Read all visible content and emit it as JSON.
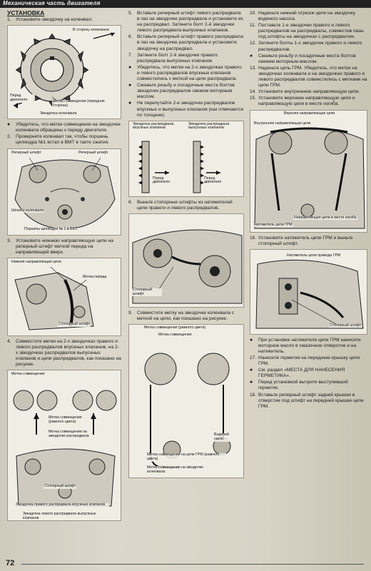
{
  "header": {
    "title": "Механическая часть двигателя"
  },
  "section_title": "УСТАНОВКА",
  "page_number": "72",
  "col1": {
    "step1": {
      "num": "1.",
      "text": "Установите звездочку на коленвал."
    },
    "fig1": {
      "toward_crank": "В сторону коленвала",
      "front": "Перед двигателя",
      "mark": "Метка совмещения (передняя сторона)",
      "sprocket": "Звездочка коленвала"
    },
    "bullet1": "Убедитесь, что метки совмещения на звездочке коленвала обращены к переду двигателя.",
    "step2": {
      "num": "2.",
      "text": "Проверните коленвал так, чтобы поршень цилиндра №1 встал в ВМТ в такте сжатия."
    },
    "fig2": {
      "pin_left": "Реперный штифт",
      "pin_right": "Реперный штифт",
      "key": "Шпонка коленвала",
      "piston": "Поршень цилиндра № 1 в ВМТ"
    },
    "step3": {
      "num": "3.",
      "text": "Установите нижнюю направляющую цепи на реперный штифт меткой переда на направляющей вверх."
    },
    "fig3": {
      "guide": "Нижняя направляющая цепи",
      "mark": "Метка переда",
      "pin": "Стопорный штифт"
    },
    "step4": {
      "num": "4.",
      "text": "Совместите метки на 2-х звездочках правого и левого распредвалов впускных клапанов, на 2-х звездочках распредвалов выпускных клапанов и цепи распредвалов, как показано на рисунке."
    },
    "fig4": {
      "mark": "Метка совмещения",
      "mark_light": "Метка совмещения (рамного цвета)",
      "mark_sprocket": "Метка совмещения на звездочке распредвала",
      "pin": "Стопорный штифт",
      "intake": "Звездочка правого распредвала впускных клапанов",
      "exhaust": "Звездочка левого распредвала выпускных клапанов"
    }
  },
  "col2": {
    "step5": {
      "num": "5.",
      "text": "Вставьте реперный штифт левого распредвала в паз на звездочке распредвала и установите их на распредвал. Затяните болт 2-й звездочки левого распредвала выпускных клапанов."
    },
    "step6": {
      "num": "6.",
      "text": "Вставьте реперный штифт правого распредвала в паз на звездочке распредвала и установите звездочку на распредвал."
    },
    "step7": {
      "num": "7.",
      "text": "Затяните болт 2-й звездочки правого распредвала выпускных клапанов."
    },
    "bullets": [
      "Убедитесь, что метки на 2-х звездочках правого и левого распредвалов впускных клапанов совместились с меткой на цепи распредвала.",
      "Смажьте резьбу и посадочные места болтов звездочек распредвалов свежим моторным маслом.",
      "Не перепутайте 2-е звездочки распредвалов впускных и выпускных клапанов (как отмечается по толщине)."
    ],
    "fig5": {
      "intake": "Звездочка распредвала впускных клапанов",
      "exhaust": "Звездочка распредвала выпускных клапанов",
      "front1": "Перед двигателя",
      "front2": "Перед двигателя"
    },
    "step8": {
      "num": "8.",
      "text": "Выньте стопорные штифты из натяжителей цепи правого и левого распредвалов."
    },
    "fig6": {
      "pin": "Стопорный штифт"
    },
    "step9": {
      "num": "9.",
      "text": "Совместите метку на звездочке коленвала с меткой на цепи, как показано на рисунке."
    },
    "fig7": {
      "mark_top": "Метка совмещения (рамного цвета)",
      "mark": "Метка совмещения",
      "pump": "Водяной насос",
      "mark_chain": "Метка совмещения на цепи ГРМ (рамного цвета)",
      "mark_crank": "Метка совмещения на звездочке коленвала"
    }
  },
  "col3": {
    "step10": {
      "num": "10.",
      "text": "Наденьте нижний отрезок цепи на звездочку водяного насоса."
    },
    "step11": {
      "num": "11.",
      "text": "Поставьте 1-е звездочки правого и левого распредвалов на распредвалы, совместив пазы под штифты на звездочках с распредвалом."
    },
    "step12": {
      "num": "12.",
      "text": "Затяните болты 1-х звездочек правого и левого распредвалов."
    },
    "bullet1": "Смажьте резьбу и посадочные места болтов свежим моторным маслом.",
    "step13": {
      "num": "13.",
      "text": "Наденьте цепь ГРМ. Убедитесь, что метки на звездочках коленвала и на звездочках правого и левого распредвалов совместились с метками на цепи ГРМ."
    },
    "step14": {
      "num": "14.",
      "text": "Установите внутреннюю направляющую цепи."
    },
    "step15": {
      "num": "15.",
      "text": "Установите верхнюю направляющую цепи и направляющую цепи в месте изгиба."
    },
    "fig8": {
      "upper": "Верхняя направляющая цепи",
      "inner": "Внутренняя направляющая цепи",
      "bend": "Направляющая цепи в месте изгиба",
      "tensioner": "Натяжитель цепи ГРМ"
    },
    "step16": {
      "num": "16.",
      "text": "Установите натяжитель цепи ГРМ и выньте стопорный штифт."
    },
    "fig9": {
      "tensioner": "Натяжитель цепи привода ГРМ",
      "pin": "Стопорный штифт"
    },
    "bullet2": "При установке натяжителя цепи ГРМ нанесите моторное масло в смазочное отверстие и на натяжитель.",
    "step17": {
      "num": "17.",
      "text": "Нанесите герметик на переднюю крышку цепи ГРМ."
    },
    "bullet3": "См. раздел «МЕСТА ДЛЯ НАНЕСЕНИЯ ГЕРМЕТИКА».",
    "bullet4": "Перед установкой вытрите выступивший герметик.",
    "step18": {
      "num": "18.",
      "text": "Вставьте реперный штифт задней крышки в отверстие под штифт на передней крышке цепи ГРМ."
    }
  }
}
